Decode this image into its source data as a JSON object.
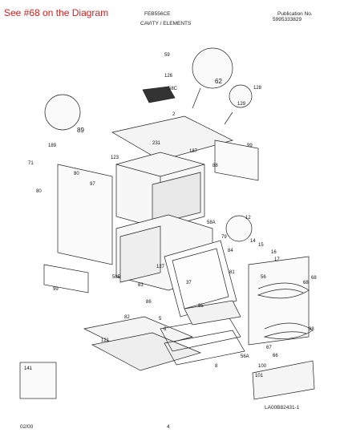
{
  "note": "See #68 on the Diagram",
  "model": "FEB556CE",
  "section": "CAVITY / ELEMENTS",
  "publication_label": "Publication No.",
  "publication_number": "5995333829",
  "date": "02/00",
  "page_number": "4",
  "figure_ref": "LA00B82431-1",
  "callouts": {
    "c59": "59",
    "c126": "126",
    "c58c": "58C",
    "c62": "62",
    "c128": "128",
    "c129": "129",
    "c89": "89",
    "c2": "2",
    "c231": "231",
    "c187": "187",
    "c123": "123",
    "c189": "189",
    "c71": "71",
    "c88": "88",
    "c99top": "99",
    "c80a": "80",
    "c97": "97",
    "c80b": "80",
    "c58a": "58A",
    "c12": "12",
    "c79": "79",
    "c84": "84",
    "c14": "14",
    "c15": "15",
    "c16": "16",
    "c17": "17",
    "c127": "127",
    "c37": "37",
    "c58b": "58B",
    "c83": "83",
    "c81": "81",
    "c68": "68",
    "c99bot": "99",
    "c86": "86",
    "c85": "85",
    "c56": "56",
    "c82": "82",
    "c6": "6",
    "c8": "8",
    "c121": "121",
    "c66": "66",
    "c98": "98",
    "c67": "67",
    "c56a": "56A",
    "c100": "100",
    "c101": "101",
    "c141": "141",
    "c5": "5",
    "c68b": "68"
  }
}
